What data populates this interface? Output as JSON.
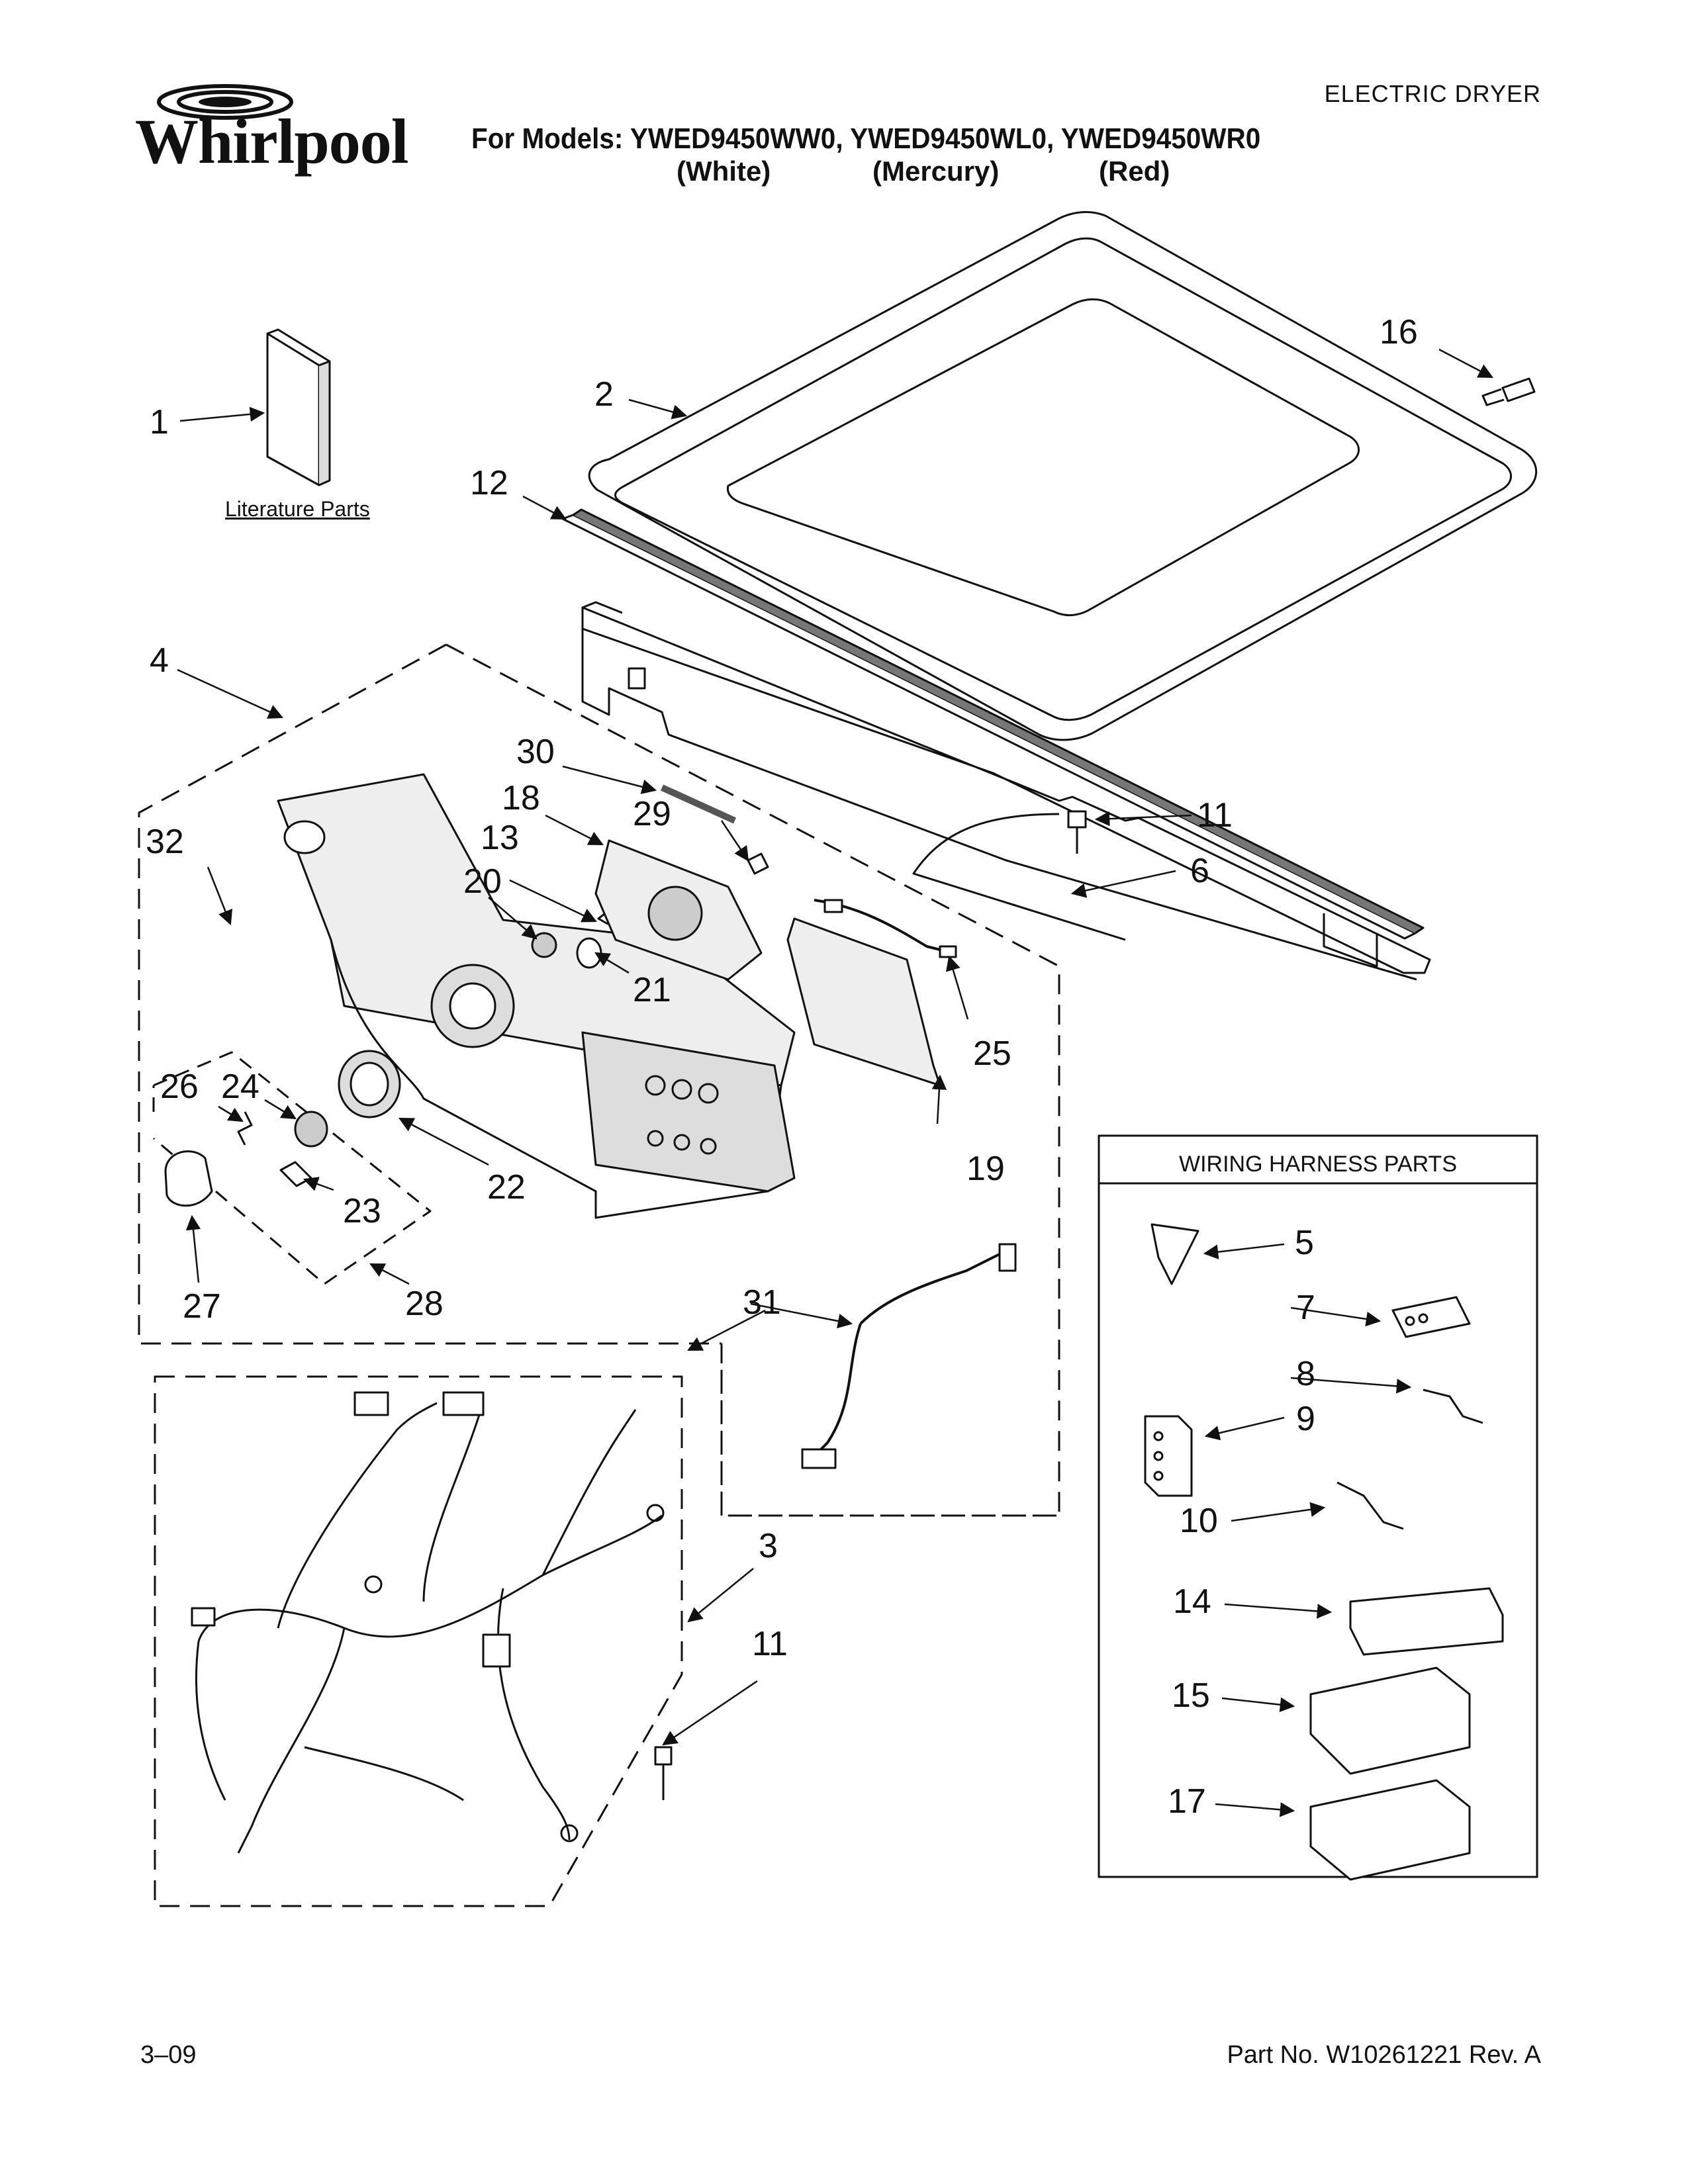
{
  "header": {
    "product_type": "ELECTRIC DRYER",
    "brand": "Whirlpool",
    "models_line": "For Models: YWED9450WW0, YWED9450WL0, YWED9450WR0",
    "colors": [
      "(White)",
      "(Mercury)",
      "(Red)"
    ]
  },
  "labels": {
    "literature_parts": "Literature Parts",
    "wiring_harness_parts": "WIRING HARNESS PARTS"
  },
  "callouts": [
    "1",
    "2",
    "3",
    "4",
    "5",
    "6",
    "7",
    "8",
    "9",
    "10",
    "11",
    "11",
    "12",
    "13",
    "14",
    "15",
    "16",
    "17",
    "18",
    "19",
    "20",
    "21",
    "22",
    "23",
    "24",
    "25",
    "26",
    "27",
    "28",
    "29",
    "30",
    "31",
    "32"
  ],
  "footer": {
    "date": "3–09",
    "part_number": "Part No. W10261221 Rev. A"
  }
}
